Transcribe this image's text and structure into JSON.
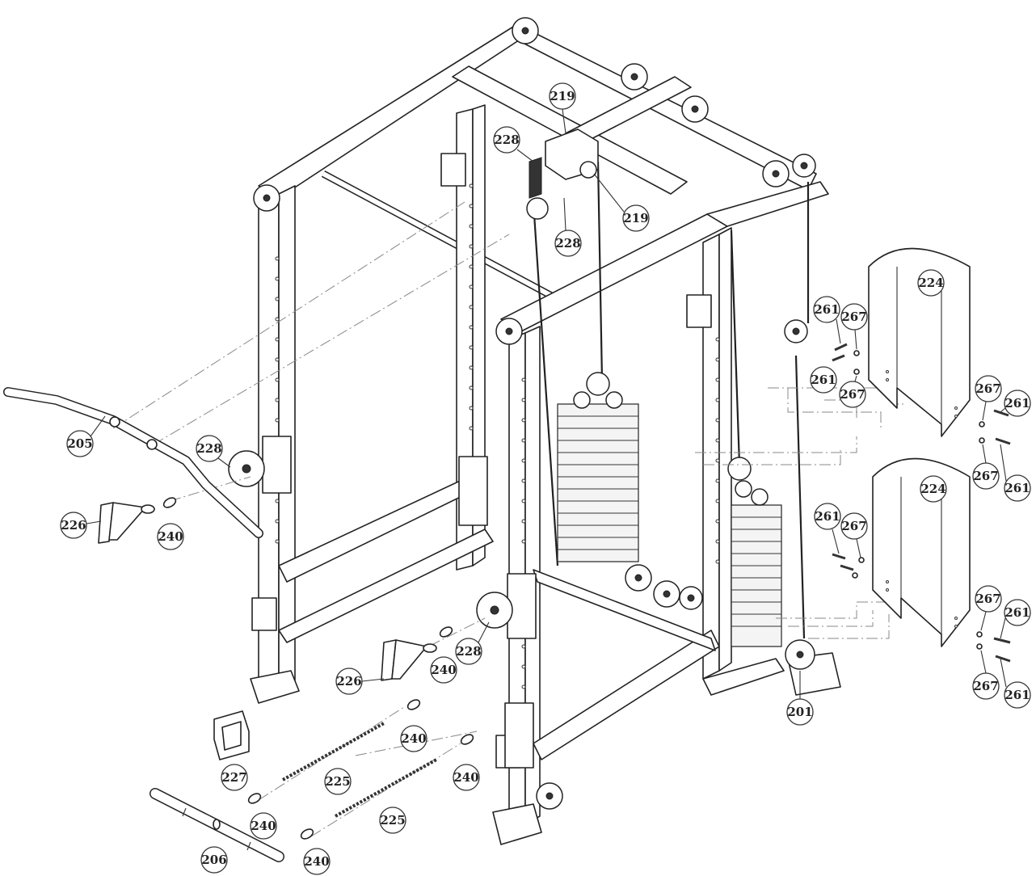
{
  "callouts": [
    {
      "id": "c-219a",
      "label": "219"
    },
    {
      "id": "c-219b",
      "label": "219"
    },
    {
      "id": "c-228a",
      "label": "228"
    },
    {
      "id": "c-228b",
      "label": "228"
    },
    {
      "id": "c-228c",
      "label": "228"
    },
    {
      "id": "c-228d",
      "label": "228"
    },
    {
      "id": "c-205",
      "label": "205"
    },
    {
      "id": "c-226a",
      "label": "226"
    },
    {
      "id": "c-226b",
      "label": "226"
    },
    {
      "id": "c-240a",
      "label": "240"
    },
    {
      "id": "c-240b",
      "label": "240"
    },
    {
      "id": "c-240c",
      "label": "240"
    },
    {
      "id": "c-240d",
      "label": "240"
    },
    {
      "id": "c-240e",
      "label": "240"
    },
    {
      "id": "c-240f",
      "label": "240"
    },
    {
      "id": "c-227",
      "label": "227"
    },
    {
      "id": "c-225a",
      "label": "225"
    },
    {
      "id": "c-225b",
      "label": "225"
    },
    {
      "id": "c-206",
      "label": "206"
    },
    {
      "id": "c-201",
      "label": "201"
    },
    {
      "id": "c-224a",
      "label": "224"
    },
    {
      "id": "c-224b",
      "label": "224"
    },
    {
      "id": "c-261a",
      "label": "261"
    },
    {
      "id": "c-261b",
      "label": "261"
    },
    {
      "id": "c-261c",
      "label": "261"
    },
    {
      "id": "c-261d",
      "label": "261"
    },
    {
      "id": "c-261e",
      "label": "261"
    },
    {
      "id": "c-261f",
      "label": "261"
    },
    {
      "id": "c-261g",
      "label": "261"
    },
    {
      "id": "c-267a",
      "label": "267"
    },
    {
      "id": "c-267b",
      "label": "267"
    },
    {
      "id": "c-267c",
      "label": "267"
    },
    {
      "id": "c-267d",
      "label": "267"
    },
    {
      "id": "c-267e",
      "label": "267"
    },
    {
      "id": "c-267f",
      "label": "267"
    },
    {
      "id": "c-267g",
      "label": "267"
    }
  ]
}
